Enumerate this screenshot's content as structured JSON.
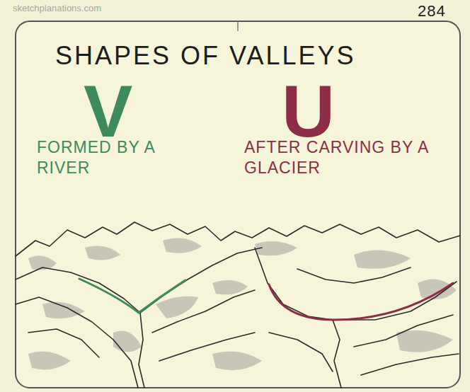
{
  "diagram": {
    "title": "SHAPES OF VALLEYS",
    "labels": [
      "sketchplanations.com",
      "284",
      "V",
      "FORMED BY A RIVER",
      "U",
      "AFTER CARVING BY A GLACIER"
    ]
  }
}
